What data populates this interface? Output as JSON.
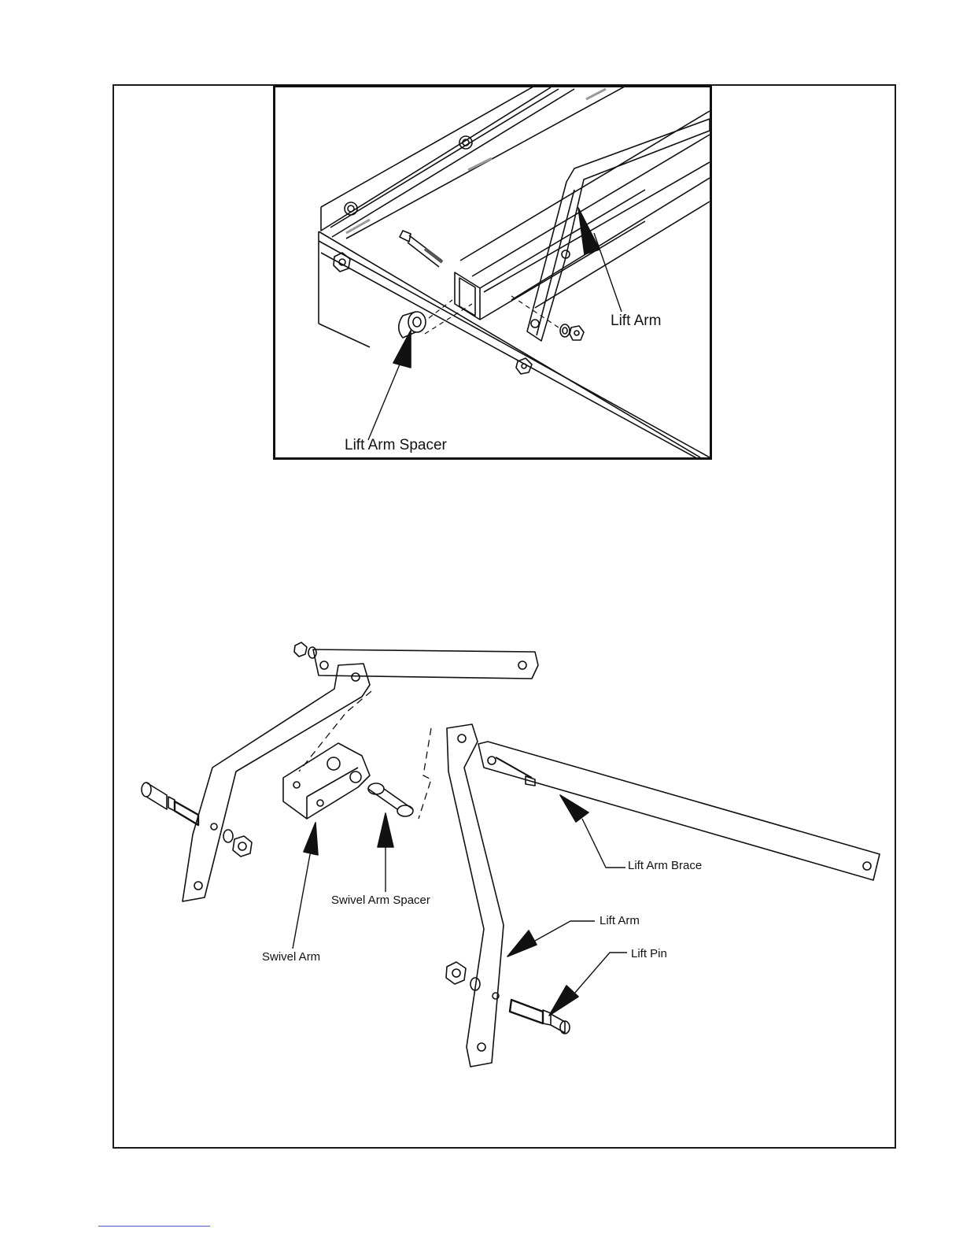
{
  "top_figure": {
    "labels": {
      "lift_arm": "Lift Arm",
      "lift_arm_spacer": "Lift Arm Spacer"
    }
  },
  "bottom_figure": {
    "labels": {
      "lift_arm_brace": "Lift Arm Brace",
      "swivel_arm_spacer": "Swivel Arm Spacer",
      "swivel_arm": "Swivel Arm",
      "lift_arm": "Lift Arm",
      "lift_pin": "Lift Pin"
    }
  }
}
